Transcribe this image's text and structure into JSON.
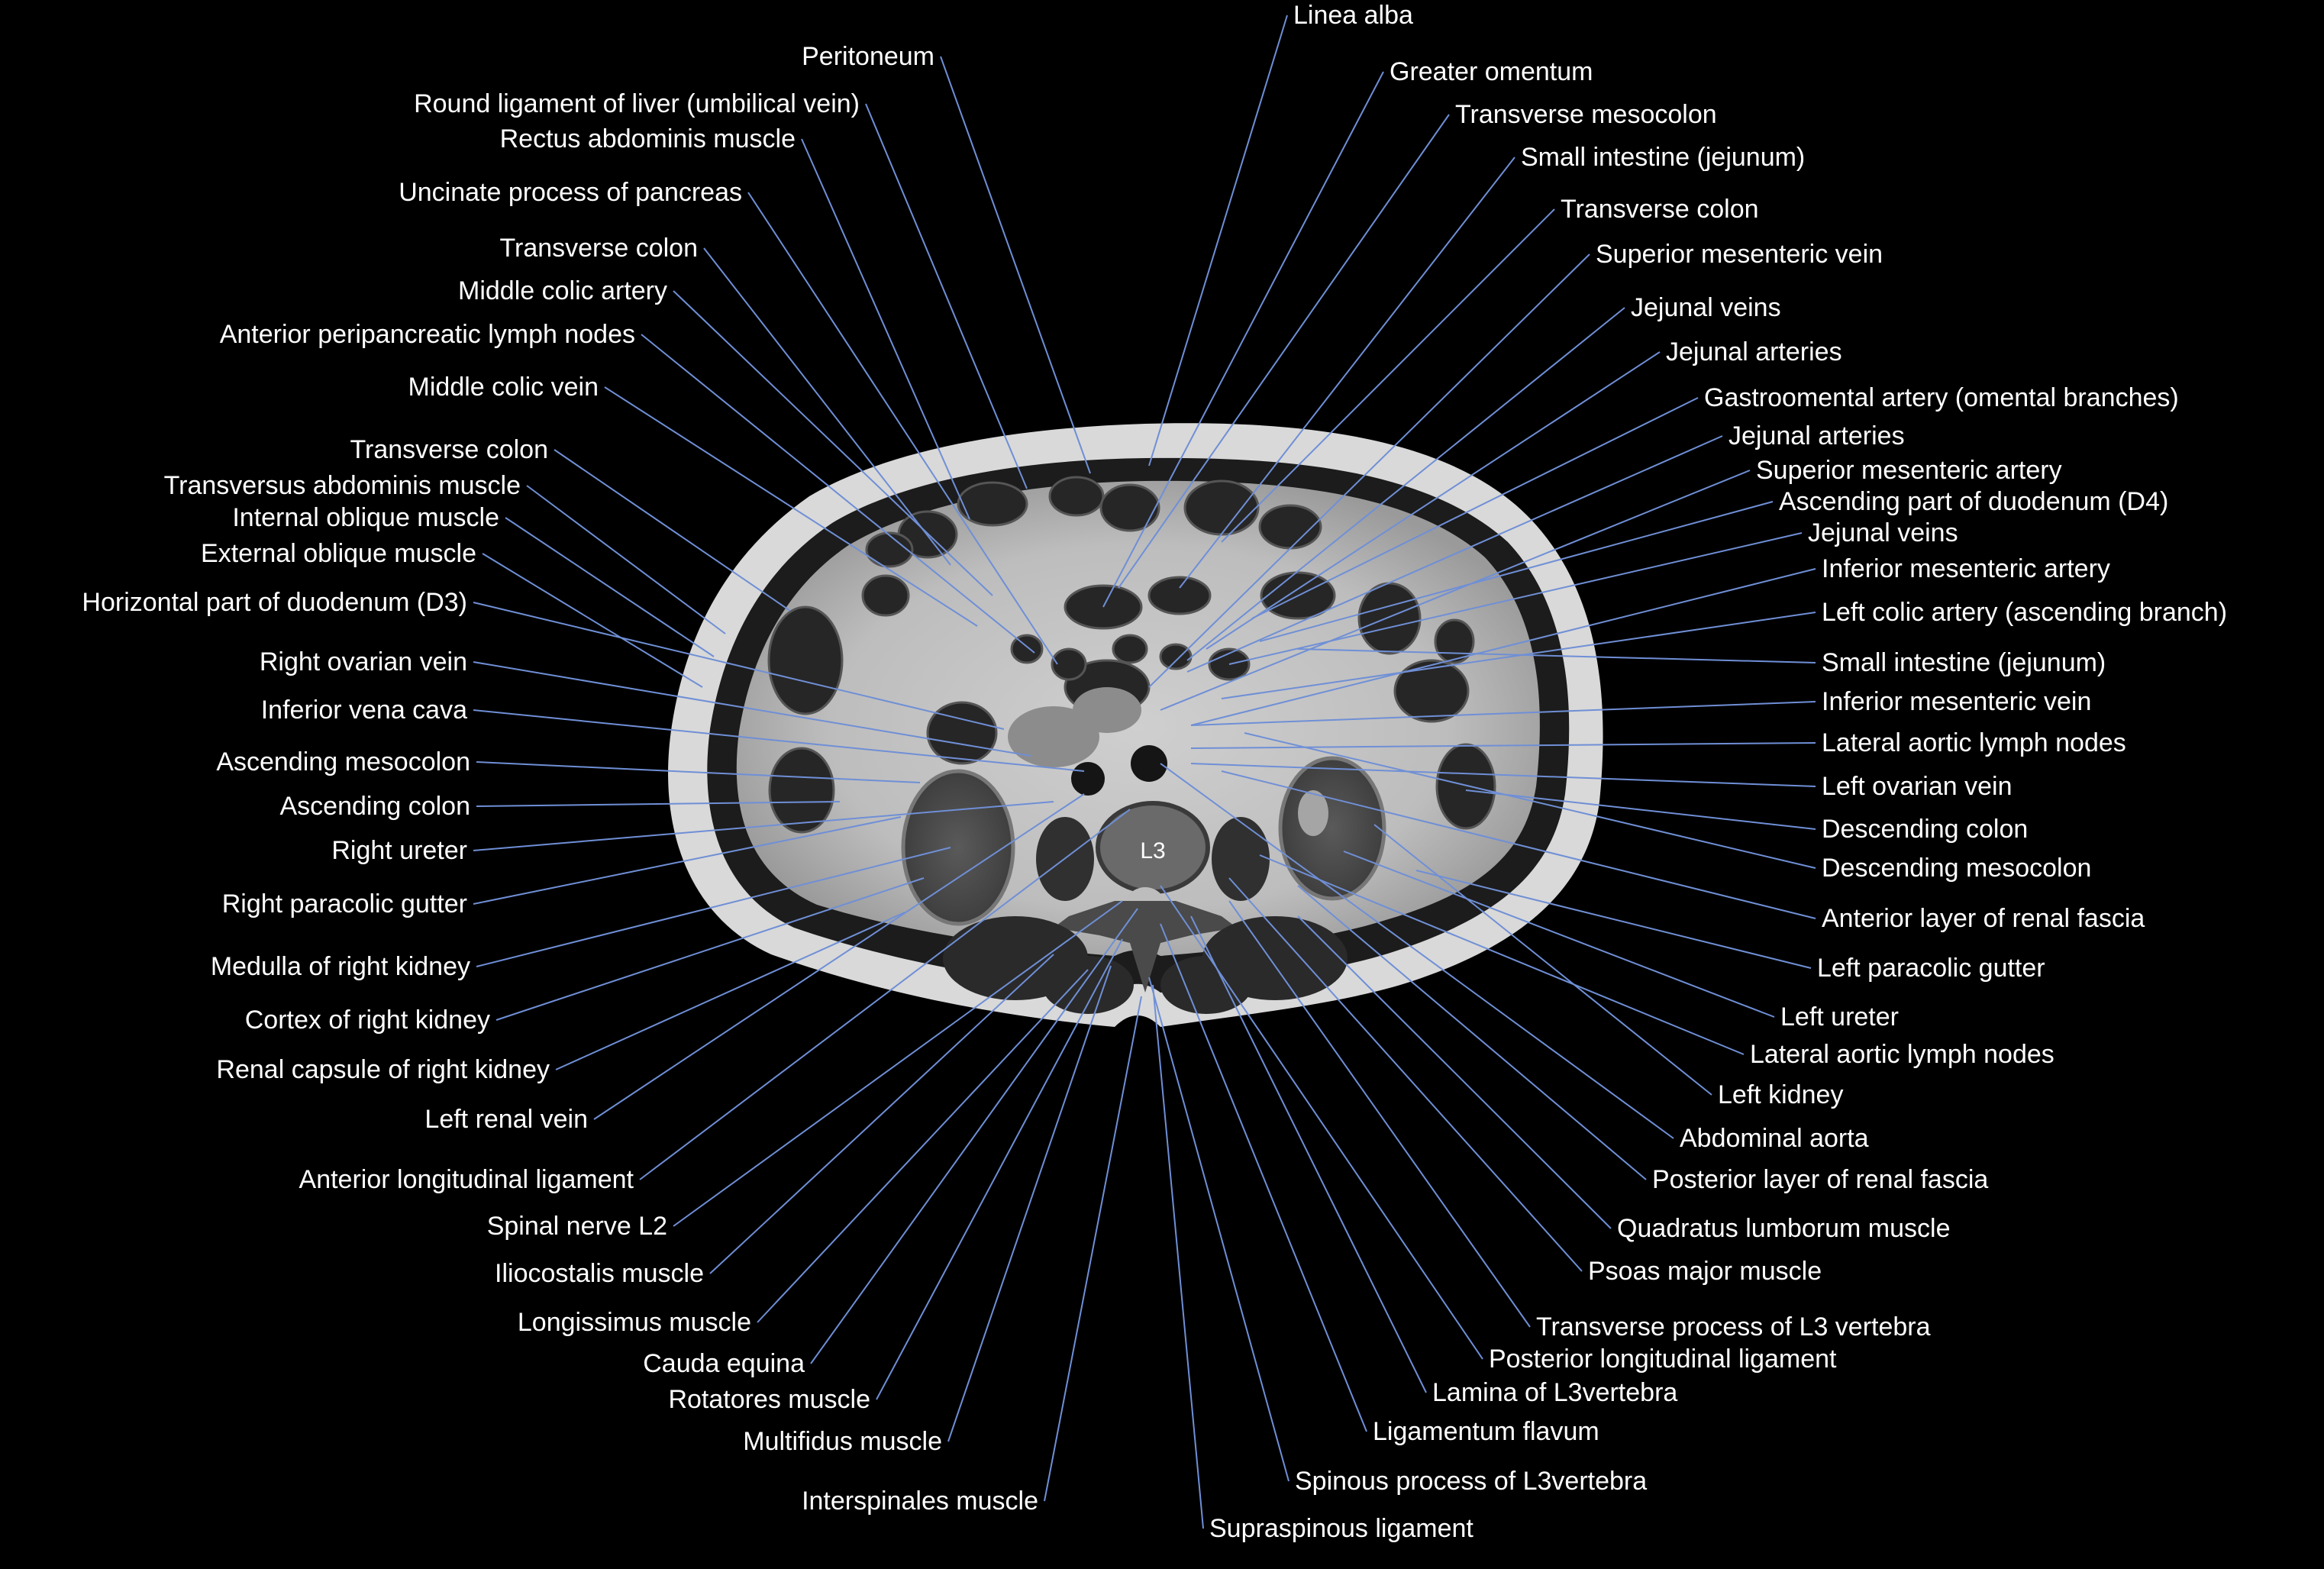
{
  "figure": {
    "vertebra_label": "L3",
    "line_color": "#6f8fd6",
    "label_color": "#ffffff",
    "background": "#000000"
  },
  "labels_left": [
    "Peritoneum",
    "Round ligament of liver (umbilical vein)",
    "Rectus abdominis muscle",
    "Uncinate process of pancreas",
    "Transverse colon",
    "Middle colic artery",
    "Anterior peripancreatic lymph nodes",
    "Middle colic vein",
    "Transverse colon",
    "Transversus abdominis muscle",
    "Internal oblique muscle",
    "External oblique muscle",
    "Horizontal part of duodenum (D3)",
    "Right ovarian vein",
    "Inferior vena cava",
    "Ascending mesocolon",
    "Ascending colon",
    "Right ureter",
    "Right paracolic gutter",
    "Medulla of right kidney",
    "Cortex of right kidney",
    "Renal capsule of right kidney",
    "Left renal vein",
    "Anterior longitudinal ligament",
    "Spinal nerve L2",
    "Iliocostalis muscle",
    "Longissimus muscle",
    "Cauda equina",
    "Rotatores muscle",
    "Multifidus muscle",
    "Interspinales muscle"
  ],
  "labels_right": [
    "Linea alba",
    "Greater omentum",
    "Transverse mesocolon",
    "Small intestine (jejunum)",
    "Transverse colon",
    "Superior mesenteric vein",
    "Jejunal veins",
    "Jejunal arteries",
    "Gastroomental artery (omental branches)",
    "Jejunal arteries",
    "Superior mesenteric artery",
    "Ascending part of duodenum (D4)",
    "Jejunal veins",
    "Inferior mesenteric artery",
    "Left colic artery (ascending branch)",
    "Small intestine (jejunum)",
    "Inferior mesenteric vein",
    "Lateral aortic lymph nodes",
    "Left ovarian vein",
    "Descending colon",
    "Descending mesocolon",
    "Anterior layer of renal fascia",
    "Left paracolic gutter",
    "Left ureter",
    "Lateral aortic lymph nodes",
    "Left kidney",
    "Abdominal aorta",
    "Posterior layer of renal fascia",
    "Quadratus lumborum muscle",
    "Psoas major muscle",
    "Transverse process of L3 vertebra",
    "Posterior longitudinal ligament",
    "Lamina of L3vertebra",
    "Ligamentum flavum",
    "Spinous process of L3vertebra",
    "Supraspinous ligament"
  ]
}
